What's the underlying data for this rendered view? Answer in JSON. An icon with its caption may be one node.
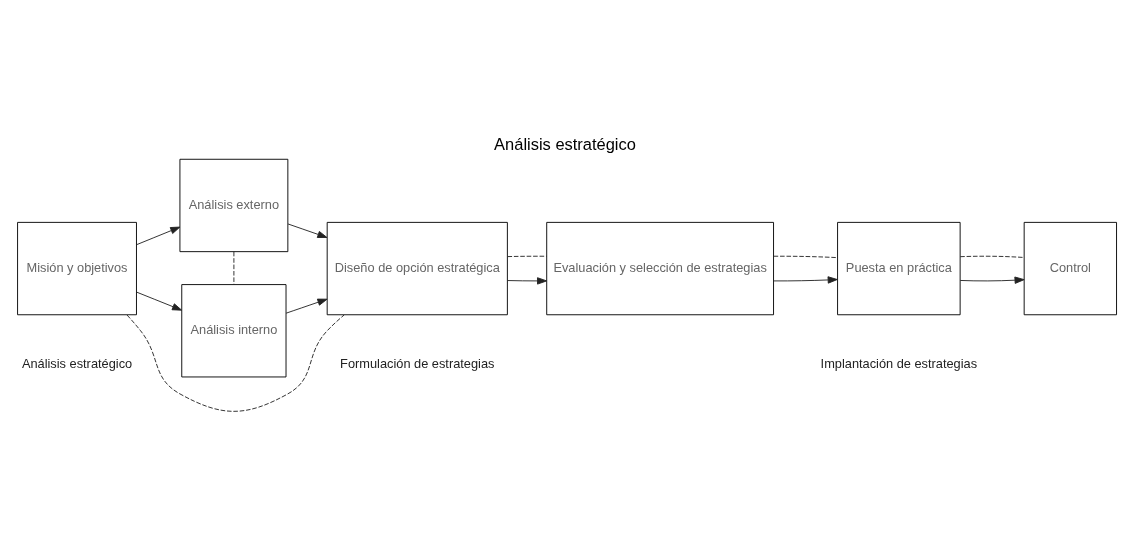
{
  "diagram": {
    "title": "Análisis estratégico",
    "nodes": [
      {
        "text": [
          "Misión y objetivos"
        ]
      },
      {
        "text": [
          "Análisis externo"
        ]
      },
      {
        "text": [
          "Análisis interno"
        ]
      },
      {
        "text": [
          "Diseño de opción estratégica"
        ]
      },
      {
        "text": [
          "Evaluación y selección de estrategias"
        ]
      },
      {
        "text": [
          "Puesta en práctica"
        ]
      },
      {
        "text": [
          "Control"
        ]
      }
    ],
    "edges": [
      {
        "from": 0,
        "to": 1,
        "arrow": "to"
      },
      {
        "from": 0,
        "to": 2,
        "arrow": "to"
      },
      {
        "from": 1,
        "to": 3,
        "arrow": "to"
      },
      {
        "from": 2,
        "to": 3,
        "arrow": "to"
      },
      {
        "from": 3,
        "to": 4,
        "arrow": "to"
      },
      {
        "from": 4,
        "to": 5,
        "arrow": "to"
      },
      {
        "from": 5,
        "to": 6,
        "arrow": "to"
      },
      {
        "from": 1,
        "to": 2,
        "arrow": "none",
        "style": "dashed"
      },
      {
        "from": 0,
        "to": 3,
        "arrow": "none",
        "style": "dashed"
      },
      {
        "from": 3,
        "to": 4,
        "arrow": "none",
        "style": "dashed"
      },
      {
        "from": 4,
        "to": 5,
        "arrow": "none",
        "style": "dashed"
      },
      {
        "from": 5,
        "to": 6,
        "arrow": "none",
        "style": "dashed"
      }
    ],
    "labels": [
      "Análisis estratégico",
      "Formulación de estrategias",
      "Implantación de estrategias"
    ]
  }
}
